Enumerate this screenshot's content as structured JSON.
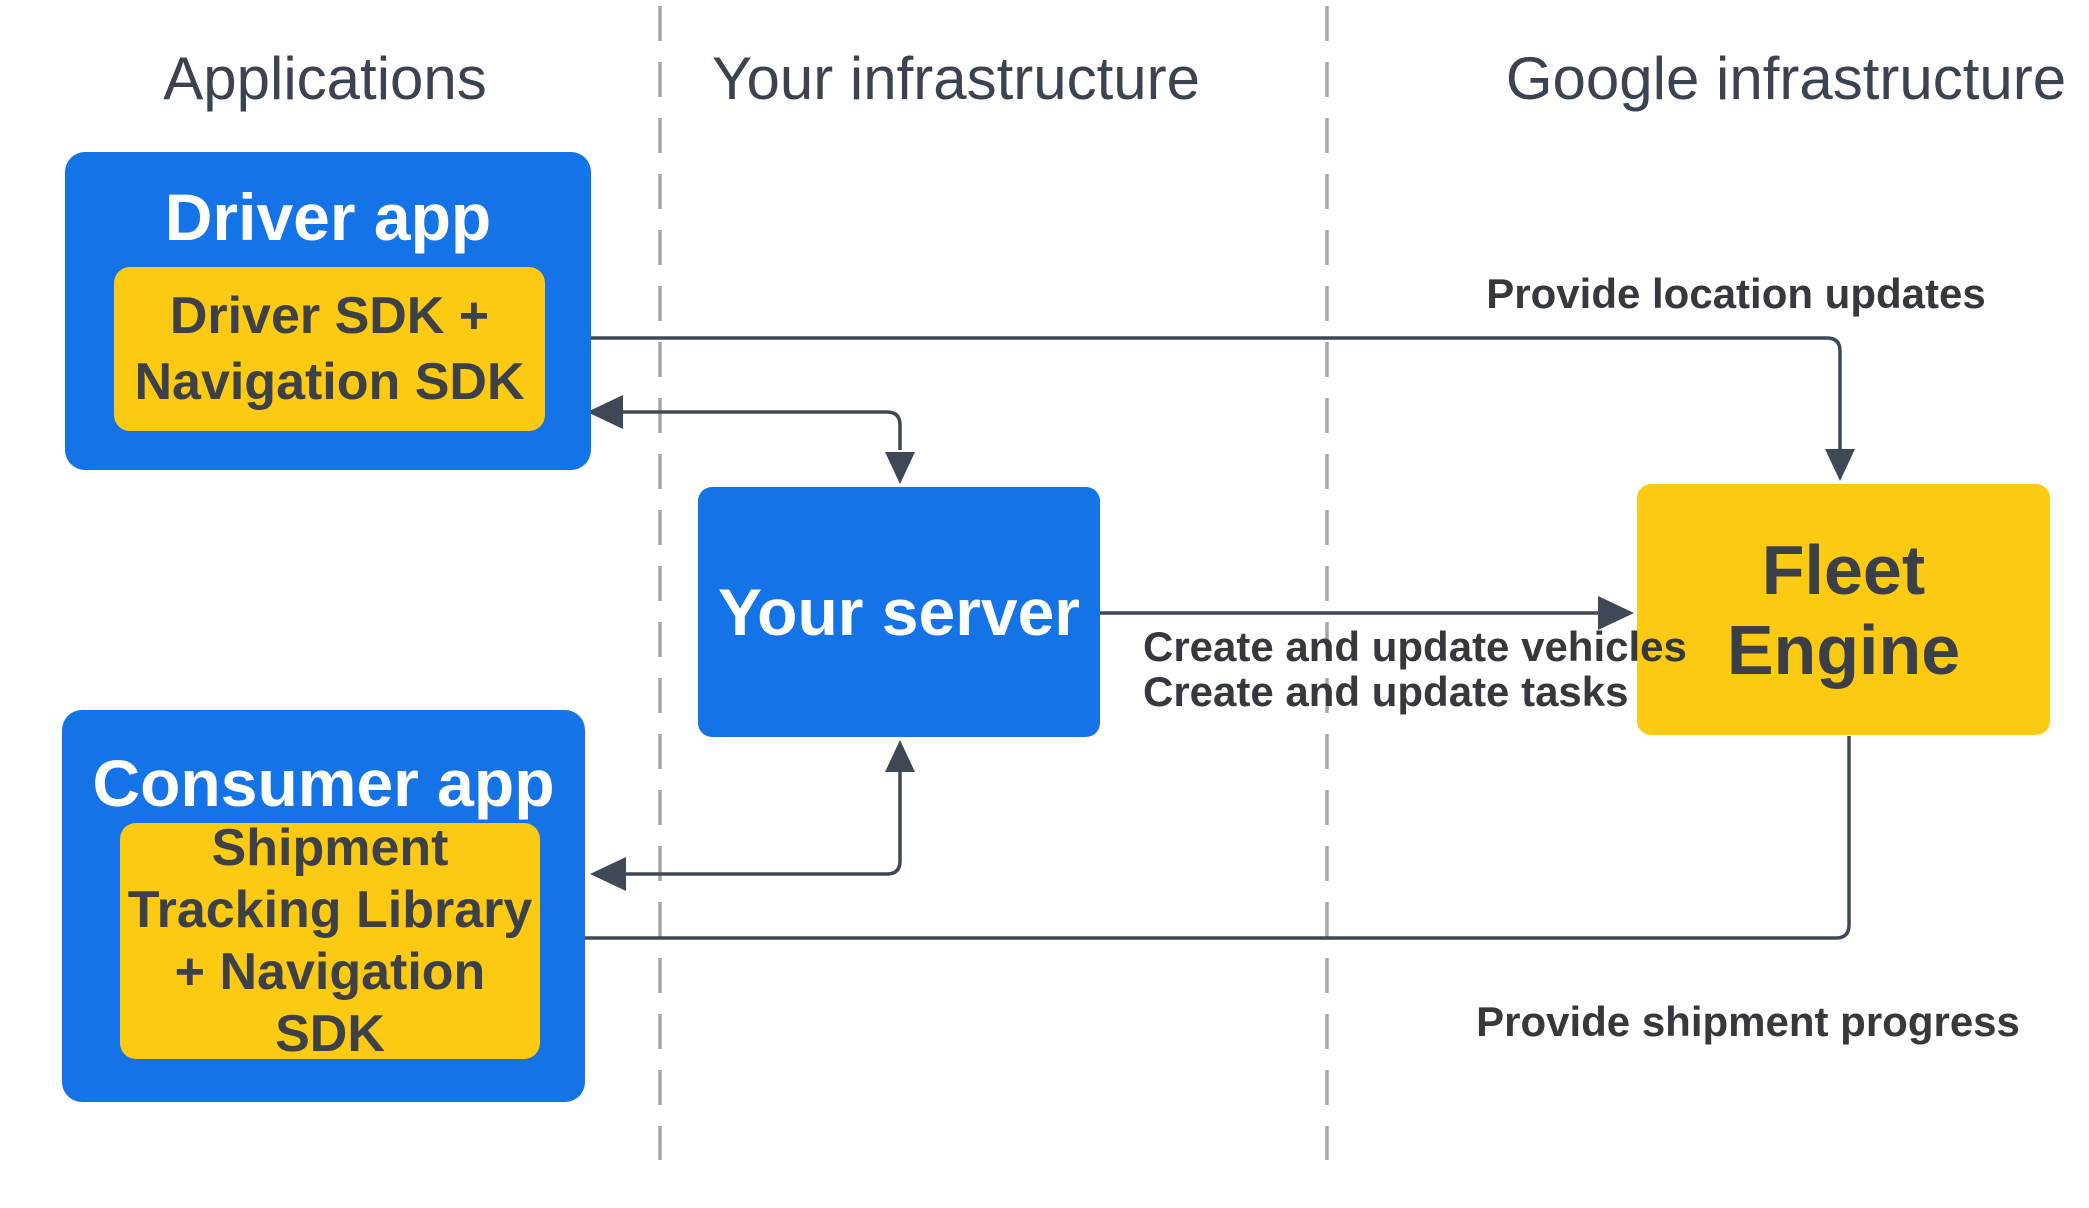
{
  "palette": {
    "box_blue": "#1473E6",
    "box_yellow": "#FCC913",
    "arrow": "#3F4857",
    "dashed_divider": "#A2A7AC",
    "header_text": "#3B4350",
    "dark_text": "#35393E",
    "white_text": "#FFFFFF"
  },
  "columns": [
    {
      "label": "Applications"
    },
    {
      "label": "Your infrastructure"
    },
    {
      "label": "Google infrastructure"
    }
  ],
  "nodes": {
    "driver_app": {
      "title": "Driver app",
      "sdk_lines": [
        "Driver SDK +",
        "Navigation SDK"
      ]
    },
    "consumer_app": {
      "title": "Consumer app",
      "sdk_lines": [
        "Shipment",
        "Tracking Library",
        "+ Navigation SDK"
      ]
    },
    "your_server": {
      "title": "Your server"
    },
    "fleet_engine": {
      "title": "Fleet Engine"
    }
  },
  "edges": {
    "location_updates": {
      "label": "Provide location updates"
    },
    "create_update": {
      "line1": "Create and update vehicles",
      "line2": "Create and update tasks"
    },
    "shipment_progress": {
      "label": "Provide shipment progress"
    }
  }
}
